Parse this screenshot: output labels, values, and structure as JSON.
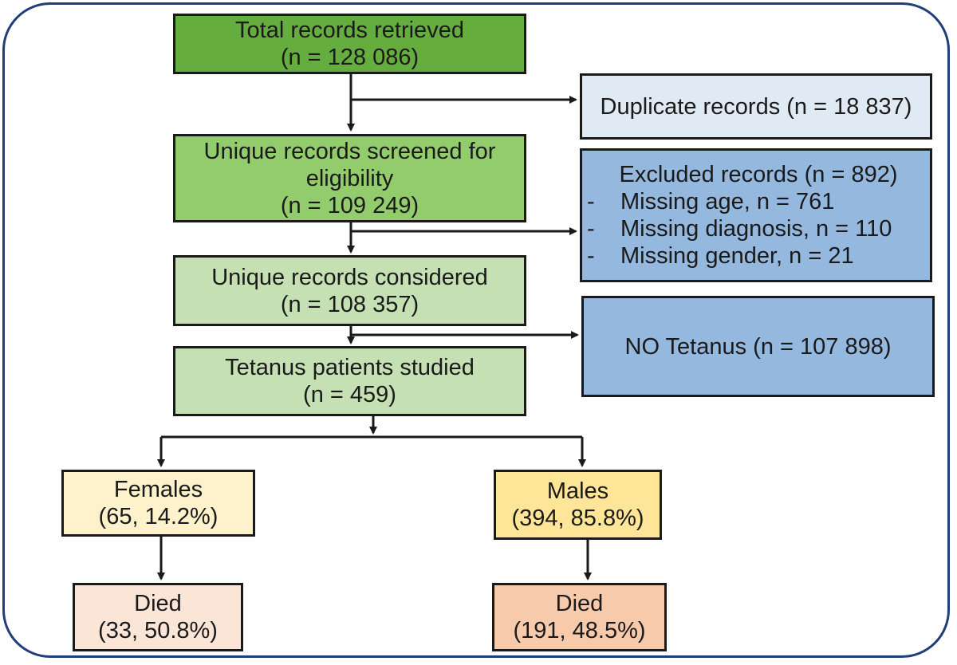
{
  "colors": {
    "frame": "#1f3e7a",
    "total": "#66ad3f",
    "screened": "#93cc6c",
    "considered": "#c5e0b3",
    "studied": "#c5e0b3",
    "duplicates": "#e0eaf4",
    "excluded": "#94b8de",
    "no_tetanus": "#94b8de",
    "females": "#fef2cc",
    "males": "#ffe597",
    "died_f": "#fbe5d6",
    "died_m": "#f7caac"
  },
  "flow": {
    "total": {
      "line1": "Total records retrieved",
      "line2": "(n = 128 086)"
    },
    "duplicates": {
      "line1": "Duplicate records (n = 18 837)"
    },
    "screened": {
      "line1": "Unique records screened for",
      "line2": "eligibility",
      "line3": "(n = 109 249)"
    },
    "excluded": {
      "title": "Excluded records (n = 892)",
      "items": [
        {
          "dash": "-",
          "text": "Missing age, n = 761"
        },
        {
          "dash": "-",
          "text": "Missing diagnosis, n = 110"
        },
        {
          "dash": "-",
          "text": "Missing gender, n = 21"
        }
      ]
    },
    "considered": {
      "line1": "Unique records considered",
      "line2": "(n = 108 357)"
    },
    "no_tetanus": {
      "line1": "NO Tetanus (n = 107 898)"
    },
    "studied": {
      "line1": "Tetanus patients studied",
      "line2": "(n = 459)"
    },
    "females": {
      "line1": "Females",
      "line2": "(65, 14.2%)"
    },
    "males": {
      "line1": "Males",
      "line2": "(394, 85.8%)"
    },
    "died_f": {
      "line1": "Died",
      "line2": "(33, 50.8%)"
    },
    "died_m": {
      "line1": "Died",
      "line2": "(191, 48.5%)"
    }
  }
}
